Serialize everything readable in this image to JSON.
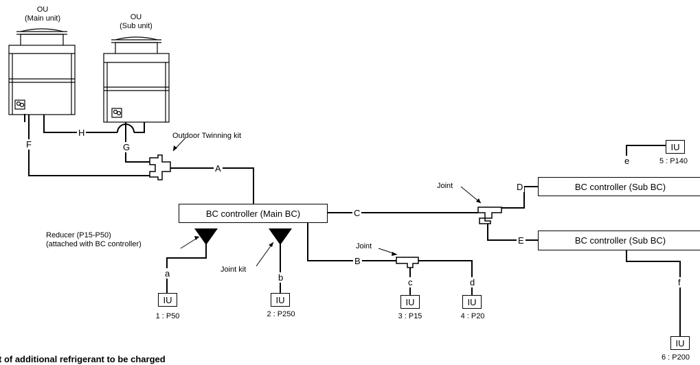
{
  "outdoor_units": {
    "main": {
      "line1": "OU",
      "line2": "(Main unit)"
    },
    "sub": {
      "line1": "OU",
      "line2": "(Sub unit)"
    }
  },
  "kits": {
    "outdoor_twinning": "Outdoor Twinning kit",
    "reducer_line1": "Reducer (P15-P50)",
    "reducer_line2": "(attached with BC controller)",
    "joint_kit": "Joint kit",
    "joint_upper": "Joint",
    "joint_lower": "Joint"
  },
  "controllers": {
    "main_bc": "BC controller (Main BC)",
    "sub_bc_1": "BC controller (Sub BC)",
    "sub_bc_2": "BC controller (Sub BC)"
  },
  "pipe_labels": {
    "A": "A",
    "B": "B",
    "C": "C",
    "D": "D",
    "E": "E",
    "F": "F",
    "G": "G",
    "H": "H",
    "a": "a",
    "b": "b",
    "c": "c",
    "d": "d",
    "e": "e",
    "f": "f"
  },
  "indoor_units": [
    {
      "box": "IU",
      "label": "1 : P50"
    },
    {
      "box": "IU",
      "label": "2 : P250"
    },
    {
      "box": "IU",
      "label": "3 : P15"
    },
    {
      "box": "IU",
      "label": "4 : P20"
    },
    {
      "box": "IU",
      "label": "5 : P140"
    },
    {
      "box": "IU",
      "label": "6 : P200"
    }
  ],
  "footer_title": "t of additional refrigerant to be charged"
}
